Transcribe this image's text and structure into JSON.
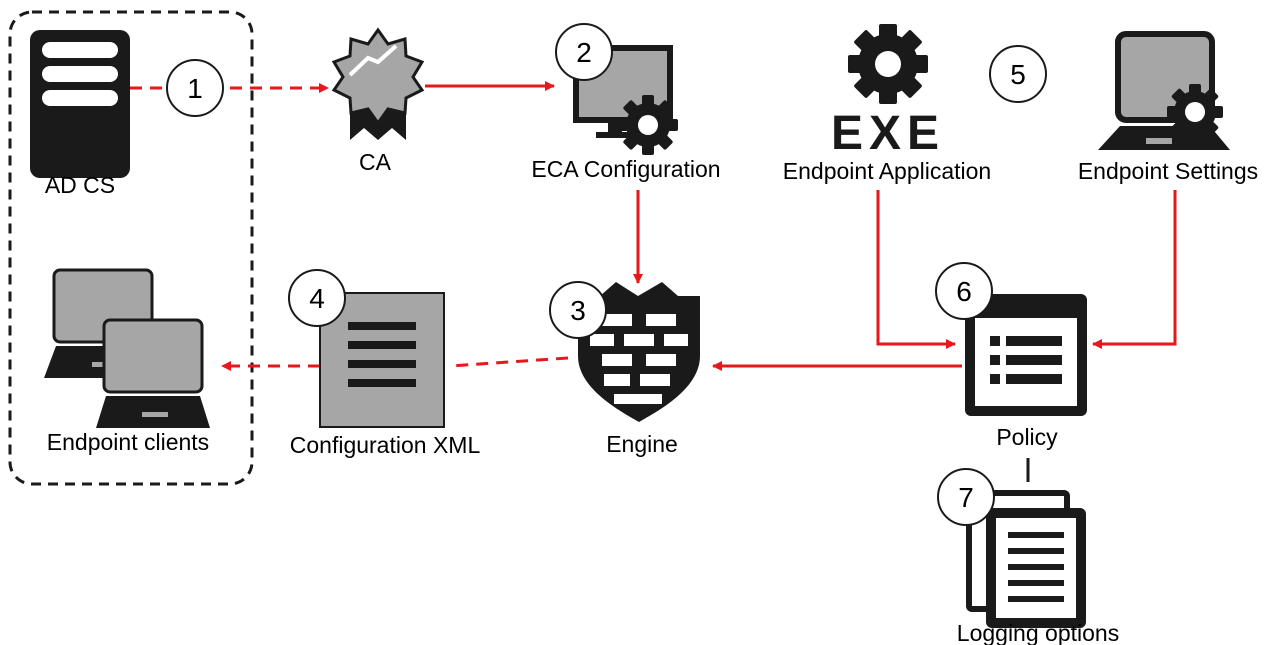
{
  "labels": {
    "ad_cs": "AD CS",
    "ca": "CA",
    "eca_configuration": "ECA Configuration",
    "exe_badge": "EXE",
    "endpoint_application": "Endpoint Application",
    "endpoint_settings": "Endpoint Settings",
    "policy": "Policy",
    "engine": "Engine",
    "configuration_xml": "Configuration XML",
    "endpoint_clients": "Endpoint clients",
    "logging_options": "Logging options"
  },
  "steps": [
    "1",
    "2",
    "3",
    "4",
    "5",
    "6",
    "7"
  ],
  "colors": {
    "arrow": "#e8171b",
    "icon_dark": "#1a1a1a",
    "icon_gray": "#a6a6a6",
    "boundary": "#1a1a1a"
  },
  "icons": {
    "ad_cs": "server-icon",
    "ca": "certificate-icon",
    "eca_configuration": "monitor-gear-icon",
    "endpoint_application": "exe-gear-icon",
    "endpoint_settings": "laptop-gear-icon",
    "policy": "policy-list-icon",
    "engine": "firewall-shield-icon",
    "configuration_xml": "document-icon",
    "endpoint_clients": "laptops-icon",
    "logging_options": "log-pages-icon"
  }
}
